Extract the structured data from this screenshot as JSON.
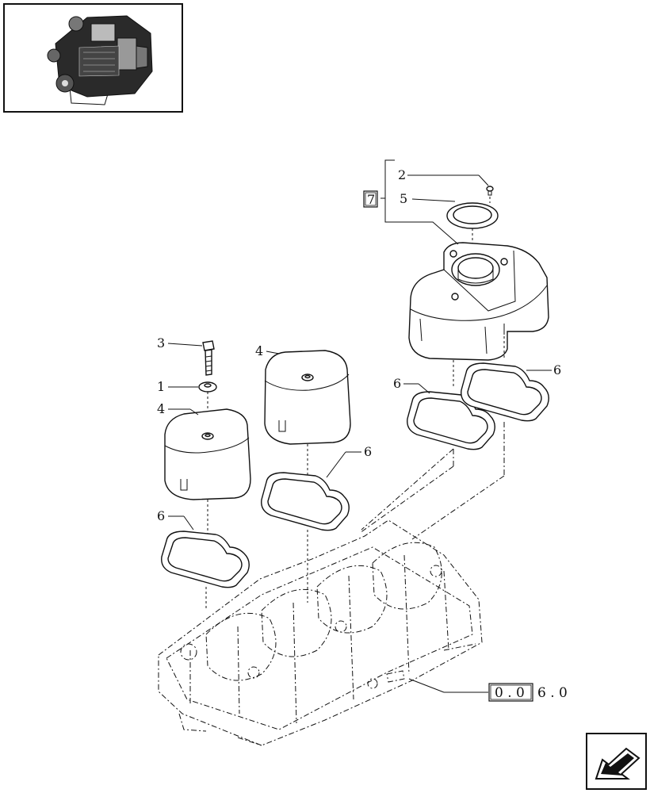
{
  "thumbnail": {
    "icon": "engine-thumbnail-icon"
  },
  "callouts": {
    "c1": "1",
    "c2": "2",
    "c3": "3",
    "c4a": "4",
    "c4b": "4",
    "c5": "5",
    "c6a": "6",
    "c6b": "6",
    "c6c": "6",
    "c6d": "6"
  },
  "kit": {
    "number": "7"
  },
  "reference": {
    "boxed": "0 . 0",
    "rest": "6 . 0"
  },
  "nav": {
    "icon": "next-page-arrow-icon"
  }
}
